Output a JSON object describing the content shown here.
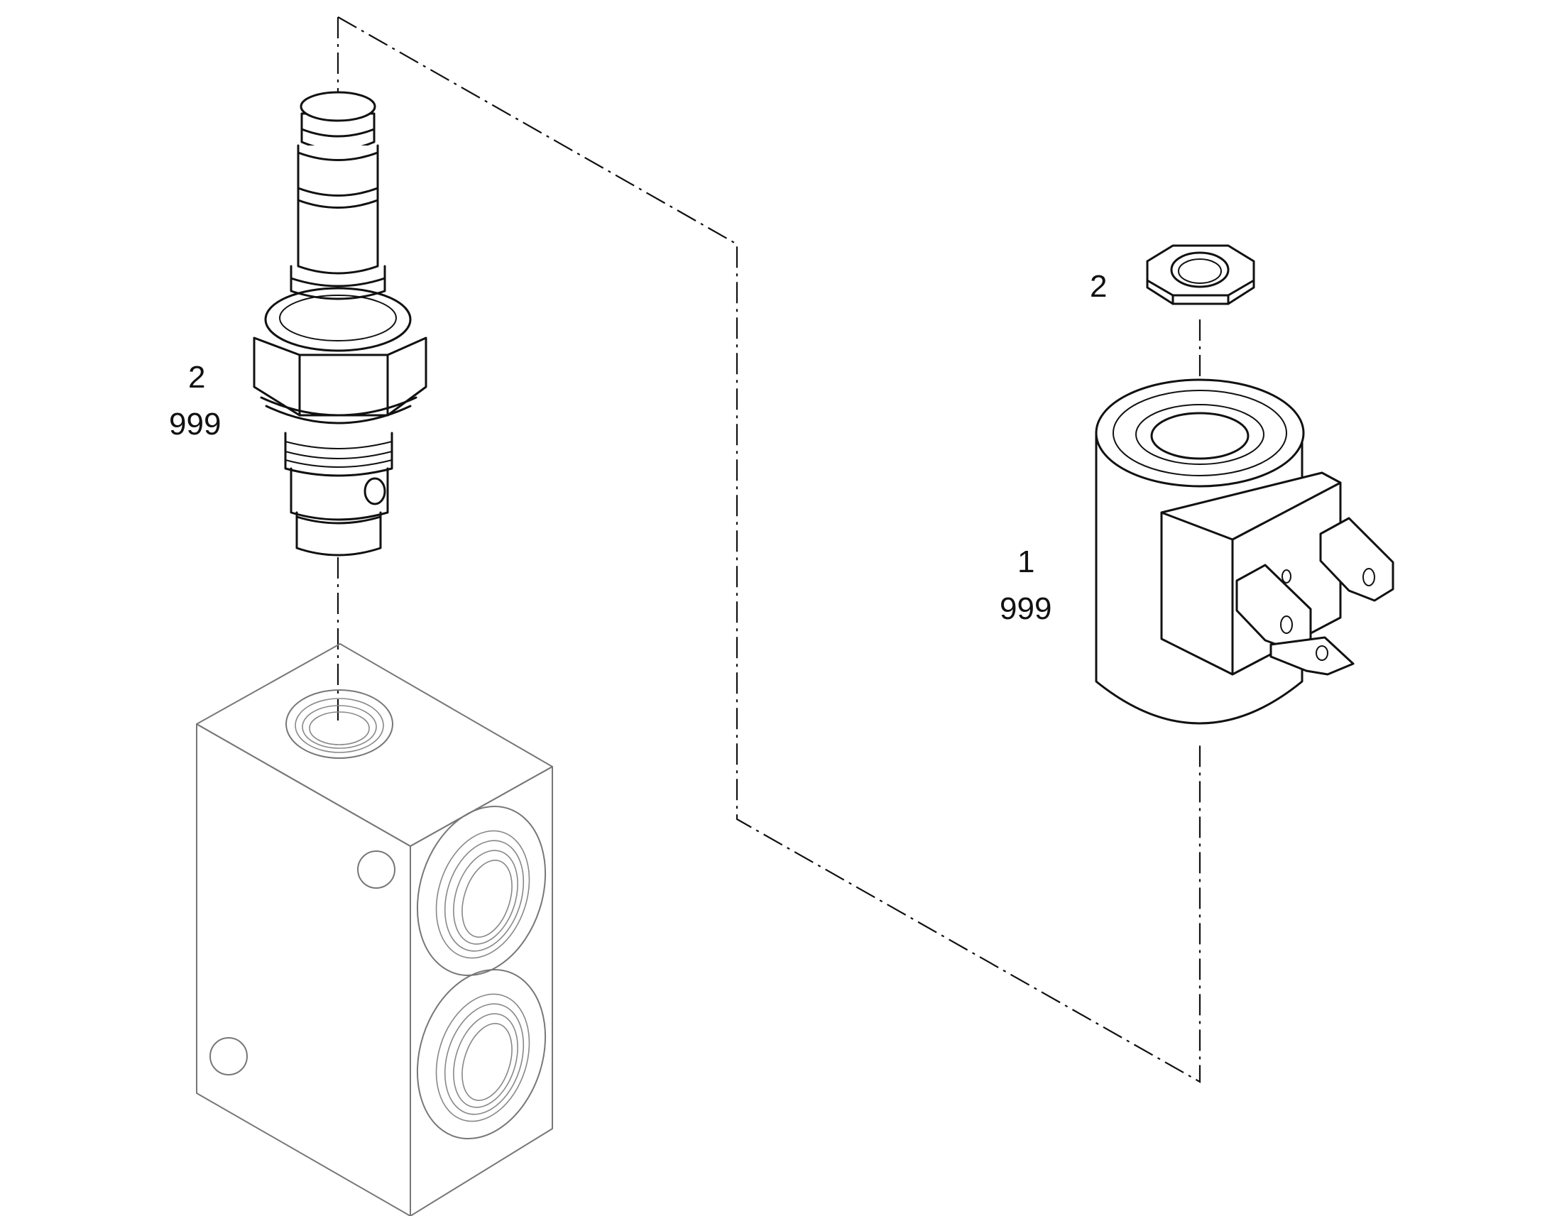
{
  "callouts": {
    "cartridge_item": "2",
    "cartridge_qty": "999",
    "nut_item": "2",
    "coil_item": "1",
    "coil_qty": "999"
  },
  "parts": [
    {
      "name": "valve-cartridge",
      "item": "2",
      "qty": "999"
    },
    {
      "name": "hex-nut",
      "item": "2"
    },
    {
      "name": "solenoid-coil",
      "item": "1",
      "qty": "999"
    },
    {
      "name": "valve-block"
    }
  ],
  "colors": {
    "line": "#111111",
    "block_line": "#777777",
    "background": "#ffffff"
  }
}
